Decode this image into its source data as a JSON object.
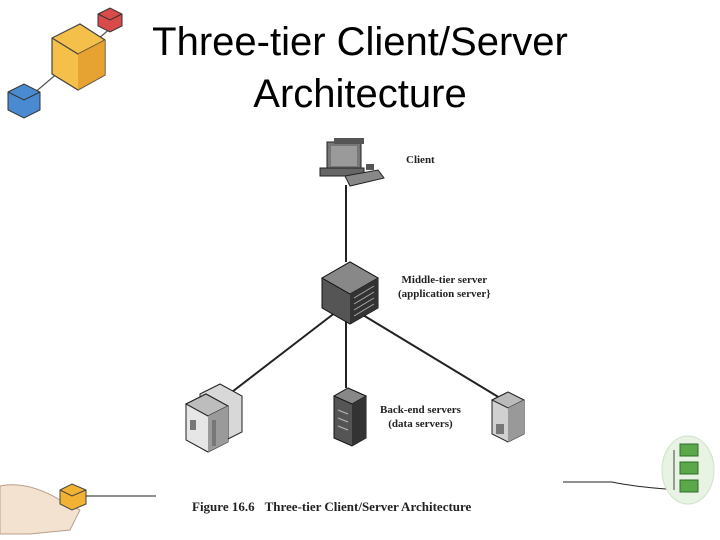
{
  "slide": {
    "title_line1": "Three-tier Client/Server",
    "title_line2": "Architecture"
  },
  "diagram": {
    "client_label": "Client",
    "middle_label_line1": "Middle-tier server",
    "middle_label_line2": "(application server}",
    "backend_label_line1": "Back-end servers",
    "backend_label_line2": "(data servers)"
  },
  "figure": {
    "number": "Figure 16.6",
    "caption": "Three-tier Client/Server Architecture"
  },
  "decorations": {
    "cube_colors": [
      "#d94a4a",
      "#f2b233",
      "#3f7fc4"
    ],
    "block_color": "#5aa84a"
  }
}
